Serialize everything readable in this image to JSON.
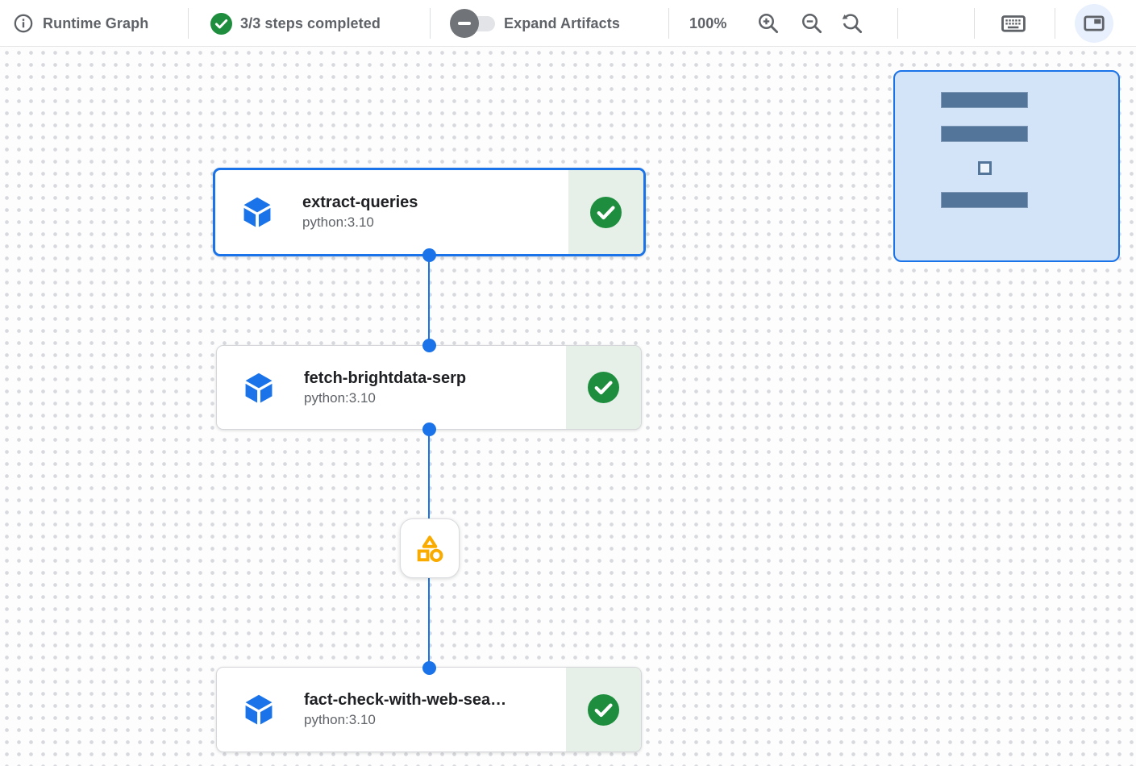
{
  "toolbar": {
    "title": "Runtime Graph",
    "info_icon": "info-icon",
    "steps_status": "3/3 steps completed",
    "expand_artifacts": {
      "label": "Expand Artifacts",
      "state": "off"
    },
    "zoom_level": "100%",
    "buttons": [
      "zoom-in",
      "zoom-out",
      "zoom-reset",
      "keyboard-shortcuts",
      "toggle-minimap"
    ],
    "minimap_button_active": true
  },
  "graph": {
    "nodes": [
      {
        "label": "extract-queries",
        "subtitle": "python:3.10",
        "status": "completed",
        "selected": true
      },
      {
        "label": "fetch-brightdata-serp",
        "subtitle": "python:3.10",
        "status": "completed",
        "selected": false
      },
      {
        "label": "fact-check-with-web-sea…",
        "subtitle": "python:3.10",
        "status": "completed",
        "selected": false
      }
    ],
    "artifact_node": {
      "type": "collapsed-artifacts",
      "icon": "artifact-shapes-icon"
    },
    "edges": [
      {
        "from": "extract-queries",
        "to": "fetch-brightdata-serp"
      },
      {
        "from": "fetch-brightdata-serp",
        "to": "fact-check-with-web-sea…",
        "via": "collapsed-artifacts"
      }
    ]
  },
  "minimap": {
    "bars": 3,
    "has_artifact_marker": true
  },
  "colors": {
    "accent_blue": "#1a73e8",
    "success_green": "#1e8e3e",
    "success_bg": "#e6f0e8",
    "artifact_amber": "#f9ab00",
    "text_primary": "#202124",
    "text_secondary": "#5f6368",
    "minimap_bg": "#d3e3f8",
    "minimap_node": "#53759a"
  }
}
